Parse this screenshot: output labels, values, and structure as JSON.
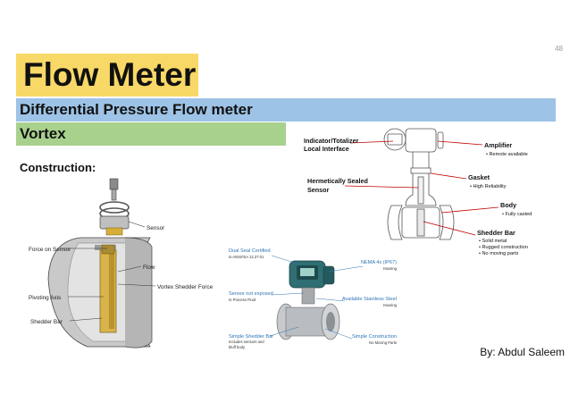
{
  "slide": {
    "page_number": "48",
    "title": "Flow Meter",
    "subtitle": "Differential Pressure Flow meter",
    "section": "Vortex",
    "heading": "Construction:",
    "author": "By: Abdul Saleem"
  },
  "left_diagram": {
    "labels": {
      "sensor": "Sensor",
      "force_on_sensor": "Force on Sensor",
      "flow": "Flow",
      "pivoting_axis": "Pivoting Axis",
      "vortex_shedder_force": "Vortex Shedder Force",
      "shedder_bar": "Shedder Bar"
    }
  },
  "middle_product": {
    "callouts": {
      "dual_seal": {
        "title": "Dual Seal Certified",
        "sub": "to ANSI/ISA 12.27.01"
      },
      "nema": {
        "title": "NEMA 4x (IP67)",
        "sub": "Housing"
      },
      "sensor_not_exposed": {
        "title": "Sensor not exposed",
        "sub": "to Process Fluid"
      },
      "stainless": {
        "title": "Available Stainless Steel",
        "sub": "Housing"
      },
      "shedder": {
        "title": "Simple Shedder Bar",
        "sub1": "Includes sensors and",
        "sub2": "bluff body"
      },
      "construction": {
        "title": "Simple Construction",
        "sub": "No Moving Parts"
      }
    }
  },
  "right_diagram": {
    "indicator": {
      "line1": "Indicator/Totalizer",
      "line2": "Local Interface"
    },
    "amplifier": {
      "title": "Amplifier",
      "bullet": "Remote available"
    },
    "hermetic": {
      "line1": "Hermetically Sealed",
      "line2": "Sensor"
    },
    "gasket": {
      "title": "Gasket",
      "bullet": "High Reliability"
    },
    "body": {
      "title": "Body",
      "bullet": "Fully casted"
    },
    "shedder": {
      "title": "Shedder Bar",
      "bullets": [
        "Solid metal",
        "Rugged construction",
        "No moving parts"
      ]
    }
  },
  "colors": {
    "title_highlight": "#f8d866",
    "subtitle_band": "#9dc3e6",
    "section_band": "#a9d18e",
    "callout_blue": "#2e75b6",
    "label_red": "#c00000"
  }
}
